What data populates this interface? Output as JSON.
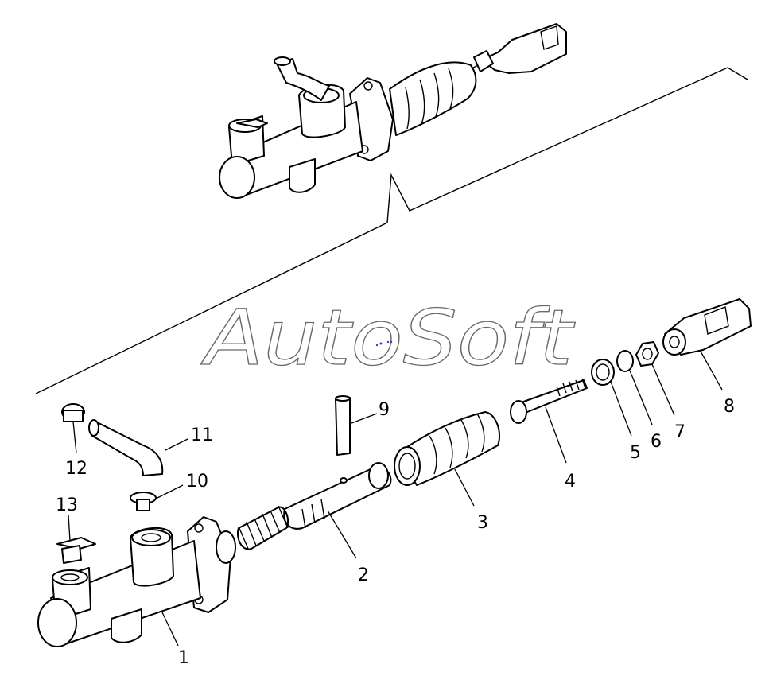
{
  "watermark": "AutoSoft",
  "callouts": {
    "c1": "1",
    "c2": "2",
    "c3": "3",
    "c4": "4",
    "c5": "5",
    "c6": "6",
    "c7": "7",
    "c8": "8",
    "c9": "9",
    "c10": "10",
    "c11": "11",
    "c12": "12",
    "c13": "13"
  },
  "colors": {
    "line": "#000000",
    "watermark_outline": "#6a6a6a",
    "background": "#ffffff"
  }
}
